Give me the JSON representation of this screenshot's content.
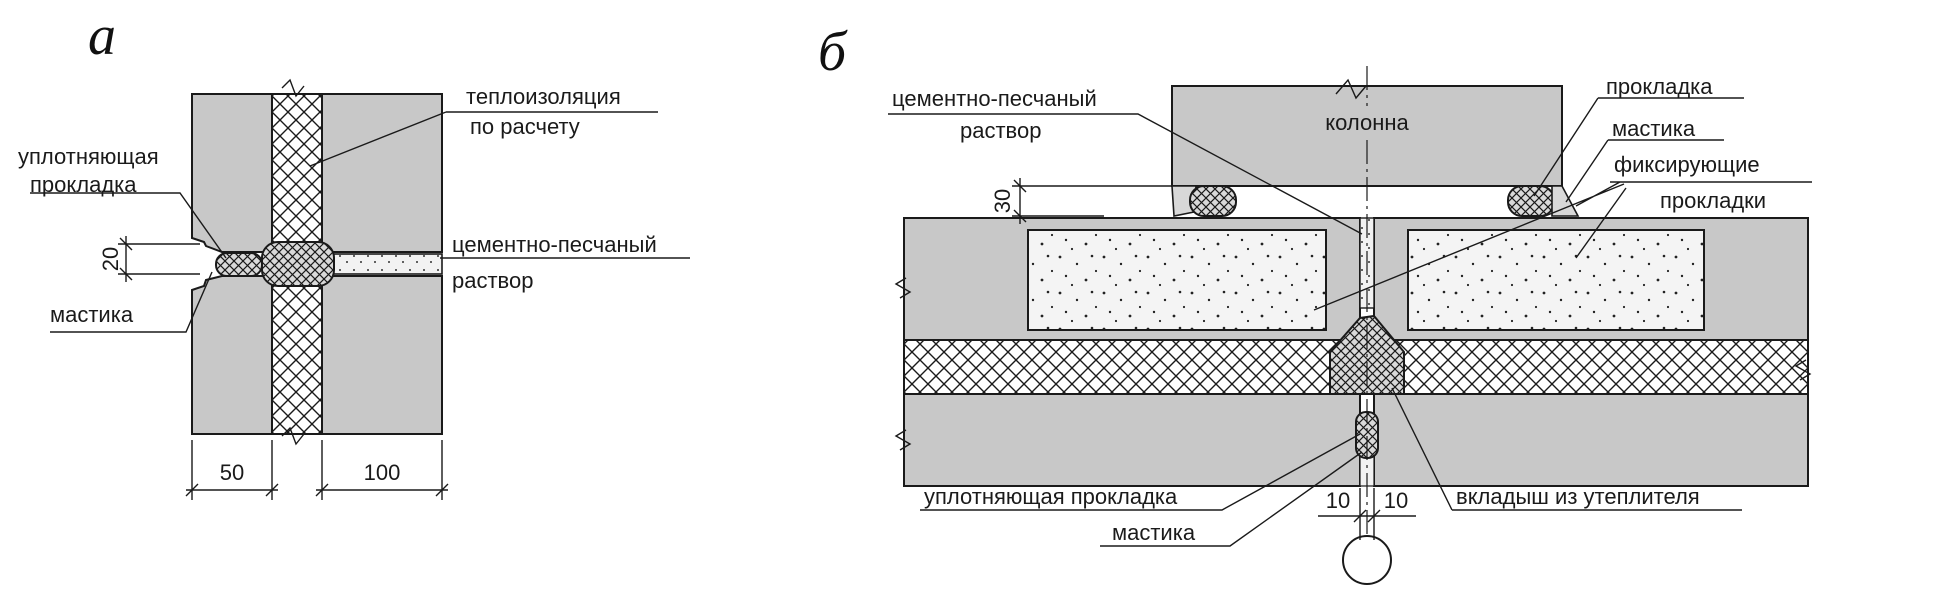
{
  "diagram": {
    "panel_a": {
      "letter": "а",
      "labels": {
        "insulation_1": "теплоизоляция",
        "insulation_2": "по расчету",
        "gasket_1": "уплотняющая",
        "gasket_2": "прокладка",
        "mortar_1": "цементно-песчаный",
        "mortar_2": "раствор",
        "mastic": "мастика"
      },
      "dims": {
        "gap": "20",
        "left_width": "50",
        "right_width": "100"
      }
    },
    "panel_b": {
      "letter": "б",
      "labels": {
        "mortar_1": "цементно-песчаный",
        "mortar_2": "раствор",
        "column": "колонна",
        "gasket": "прокладка",
        "mastic": "мастика",
        "fixing_1": "фиксирующие",
        "fixing_2": "прокладки",
        "sealing_gasket": "уплотняющая прокладка",
        "mastic_bottom": "мастика",
        "insert": "вкладыш из утеплителя"
      },
      "dims": {
        "height": "30",
        "left_gap": "10",
        "right_gap": "10"
      }
    },
    "colors": {
      "concrete": "#c8c8c8",
      "insulation": "#ffffff",
      "line": "#1a1a1a",
      "mortar": "#f2f2f2"
    }
  }
}
